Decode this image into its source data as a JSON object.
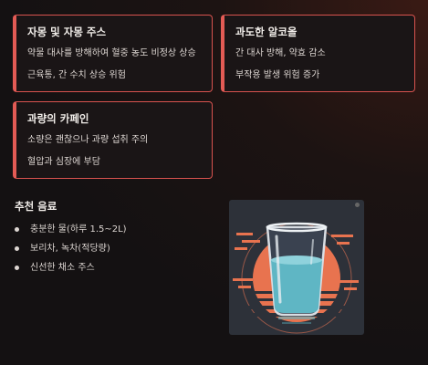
{
  "cards": [
    {
      "title": "자몽 및 자몽 주스",
      "lines": [
        "약물 대사를 방해하여 혈중 농도 비정상 상승",
        "근육통, 간 수치 상승 위험"
      ]
    },
    {
      "title": "과도한 알코올",
      "lines": [
        "간 대사 방해, 약효 감소",
        "부작용 발생 위험 증가"
      ]
    },
    {
      "title": "과량의 카페인",
      "lines": [
        "소량은 괜찮으나 과량 섭취 주의",
        "혈압과 심장에 부담"
      ]
    }
  ],
  "recommended": {
    "title": "추천 음료",
    "items": [
      "충분한 물(하루 1.5~2L)",
      "보리차, 녹차(적당량)",
      "신선한 채소 주스"
    ]
  },
  "colors": {
    "card_border": "#e35b55",
    "card_bg": "#1a1516",
    "illustration_bg": "#2d3139",
    "illustration_accent": "#e8734f"
  },
  "illustration": {
    "icon": "water-glass-icon"
  }
}
